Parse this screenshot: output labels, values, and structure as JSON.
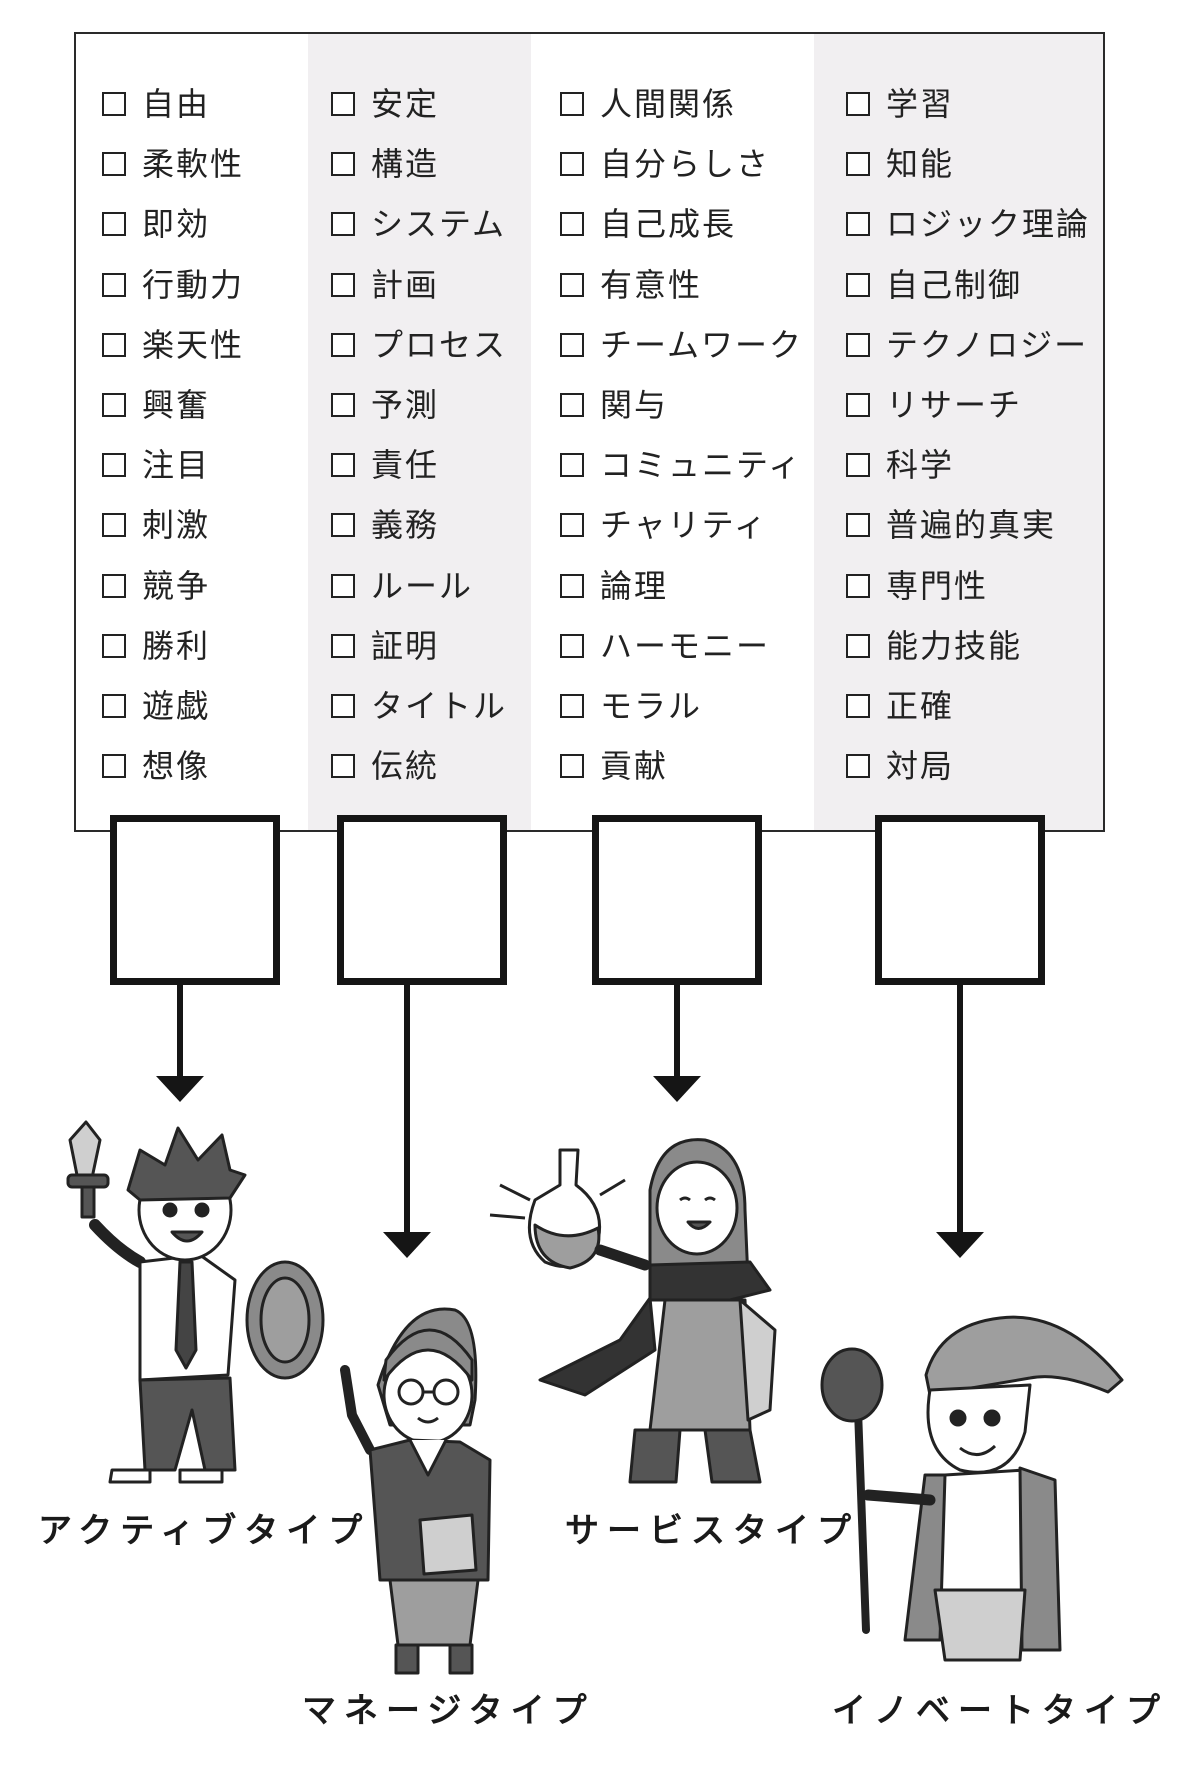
{
  "columns": [
    {
      "id": "active",
      "items": [
        "自由",
        "柔軟性",
        "即効",
        "行動力",
        "楽天性",
        "興奮",
        "注目",
        "刺激",
        "競争",
        "勝利",
        "遊戯",
        "想像"
      ]
    },
    {
      "id": "manage",
      "items": [
        "安定",
        "構造",
        "システム",
        "計画",
        "プロセス",
        "予測",
        "責任",
        "義務",
        "ルール",
        "証明",
        "タイトル",
        "伝統"
      ]
    },
    {
      "id": "service",
      "items": [
        "人間関係",
        "自分らしさ",
        "自己成長",
        "有意性",
        "チームワーク",
        "関与",
        "コミュニティ",
        "チャリティ",
        "論理",
        "ハーモニー",
        "モラル",
        "貢献"
      ]
    },
    {
      "id": "innovate",
      "items": [
        "学習",
        "知能",
        "ロジック理論",
        "自己制御",
        "テクノロジー",
        "リサーチ",
        "科学",
        "普遍的真実",
        "専門性",
        "能力技能",
        "正確",
        "対局"
      ]
    }
  ],
  "types": {
    "active": "アクティブタイプ",
    "manage": "マネージタイプ",
    "service": "サービスタイプ",
    "innovate": "イノベートタイプ"
  },
  "colors": {
    "line": "#151515",
    "shade": "#f1eff1",
    "figure_dark": "#555555",
    "figure_mid": "#8a8a8a",
    "figure_light": "#cfcfcf"
  }
}
